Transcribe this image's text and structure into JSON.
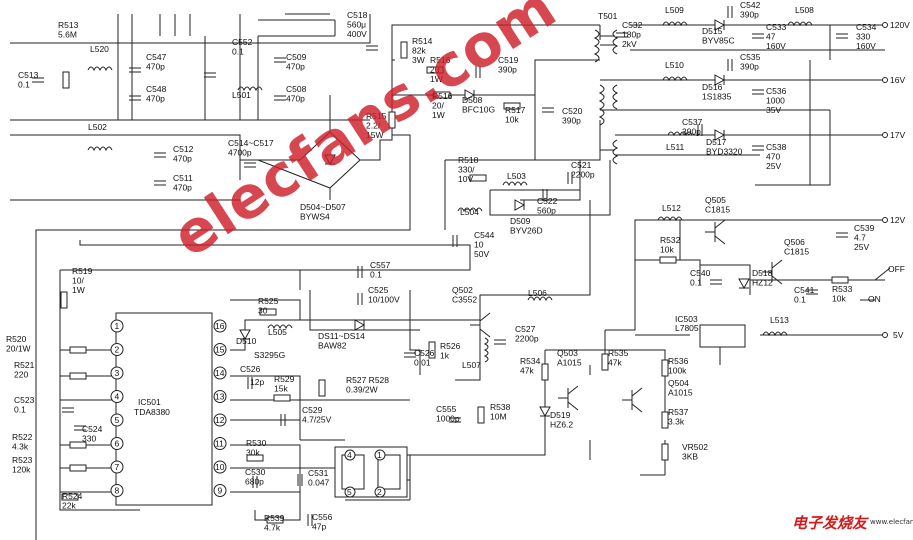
{
  "watermark": "elecfans.com",
  "logo": {
    "cn": "电子发烧友",
    "en": "www.elecfans.com"
  },
  "ic": {
    "main": {
      "ref": "IC501",
      "part": "TDA8380",
      "left_pins": [
        "1",
        "2",
        "3",
        "4",
        "5",
        "6",
        "7",
        "8"
      ],
      "right_pins": [
        "16",
        "15",
        "14",
        "13",
        "12",
        "11",
        "10",
        "9"
      ]
    },
    "reg": {
      "ref": "IC503",
      "part": "L7805"
    },
    "opto_pins": [
      "4",
      "3",
      "1",
      "5",
      "2"
    ]
  },
  "transformer": "T501",
  "labels": {
    "r513": "R513\n5.6M",
    "c513": "C513\n0.1",
    "l520": "L520",
    "c547": "C547\n470p",
    "c548": "C548\n470p",
    "c552": "C552\n0.1",
    "l501": "L501",
    "c509": "C509\n470p",
    "c508": "C508\n470p",
    "c518": "C518\n560μ\n400V",
    "r514": "R514\n82k\n3W",
    "r516a": "R516\n20\n1W",
    "r516b": "R516\n20/\n1W",
    "c519": "C519\n390p",
    "d508": "D508\nBFC10G",
    "r517": "R517\n10k",
    "c520": "C520\n390p",
    "r515": "R515\n2.2/\n15W",
    "l502": "L502",
    "c512": "C512\n470p",
    "c511": "C511\n470p",
    "c514": "C514~C517\n4700p",
    "d504": "D504~D507\nBYWS4",
    "r518": "R518\n330/\n10V",
    "l503": "L503",
    "c521": "C521\n2200p",
    "l504": "L504",
    "d509": "D509\nBYV26D",
    "c522": "C522\n560p",
    "c544": "C544\n10\n50V",
    "c557": "C557\n0.1",
    "c525": "C525\n10/100V",
    "q502": "Q502\nC3552",
    "l506": "L506",
    "r519": "R519\n10/\n1W",
    "r525": "R525\n30",
    "l505": "L505",
    "d510": "D510",
    "s3295": "S3295G",
    "ds11": "DS11~DS14\nBAW82",
    "c526": "C526\n0.01",
    "r526": "R526\n1k",
    "l507": "L507",
    "c527": "C527\n2200p",
    "r520": "R520\n20/1W",
    "r521": "R521\n220",
    "c523": "C523\n0.1",
    "c524": "C524\n330",
    "r522": "R522\n4.3k",
    "r523": "R523\n120k",
    "r524": "R524\n22k",
    "c526b": "C526",
    "c12p": "12p",
    "r529": "R529\n15k",
    "r527": "R527 R528\n0.39/2W",
    "c529": "C529\n4.7/25V",
    "r530": "R530\n30k",
    "c530": "C530\n680p",
    "c531": "C531\n0.047",
    "r539": "R539\n4.7k",
    "c556": "C556\n47p",
    "c555": "C555\n1000p",
    "r538": "R538\n10M",
    "q503": "Q503\nA1015",
    "r534": "R534\n47k",
    "r535": "R535\n47k",
    "d519": "D519\nHZ6.2",
    "r536": "R536\n100k",
    "q504": "Q504\nA1015",
    "r537": "R537\n3.3k",
    "vr502": "VR502\n3KB",
    "c532": "C532\n180p\n2kV",
    "l509": "L509",
    "c542": "C542\n390p",
    "d515": "D515\nBYV85C",
    "c533": "C533\n47\n160V",
    "l508": "L508",
    "c534": "C534\n330\n160V",
    "l510": "L510",
    "c535": "C535\n390p",
    "d516": "D516\n1S1835",
    "c536": "C536\n1000\n35V",
    "c537": "C537\n390p",
    "l511": "L511",
    "d517": "D517\nBYD3320",
    "c538": "C538\n470\n25V",
    "l512": "L512",
    "q505": "Q505\nC1815",
    "c539": "C539\n4.7\n25V",
    "r532": "R532\n10k",
    "q506": "Q506\nC1815",
    "c540": "C540\n0.1",
    "d518": "D518\nHZ12",
    "c541": "C541\n0.1",
    "r533": "R533\n10k",
    "l513": "L513"
  },
  "outputs": {
    "v120": "120V",
    "v16": "16V",
    "v17": "17V",
    "v12": "12V",
    "v5": "5V"
  },
  "switch": {
    "off": "OFF",
    "on": "ON"
  }
}
